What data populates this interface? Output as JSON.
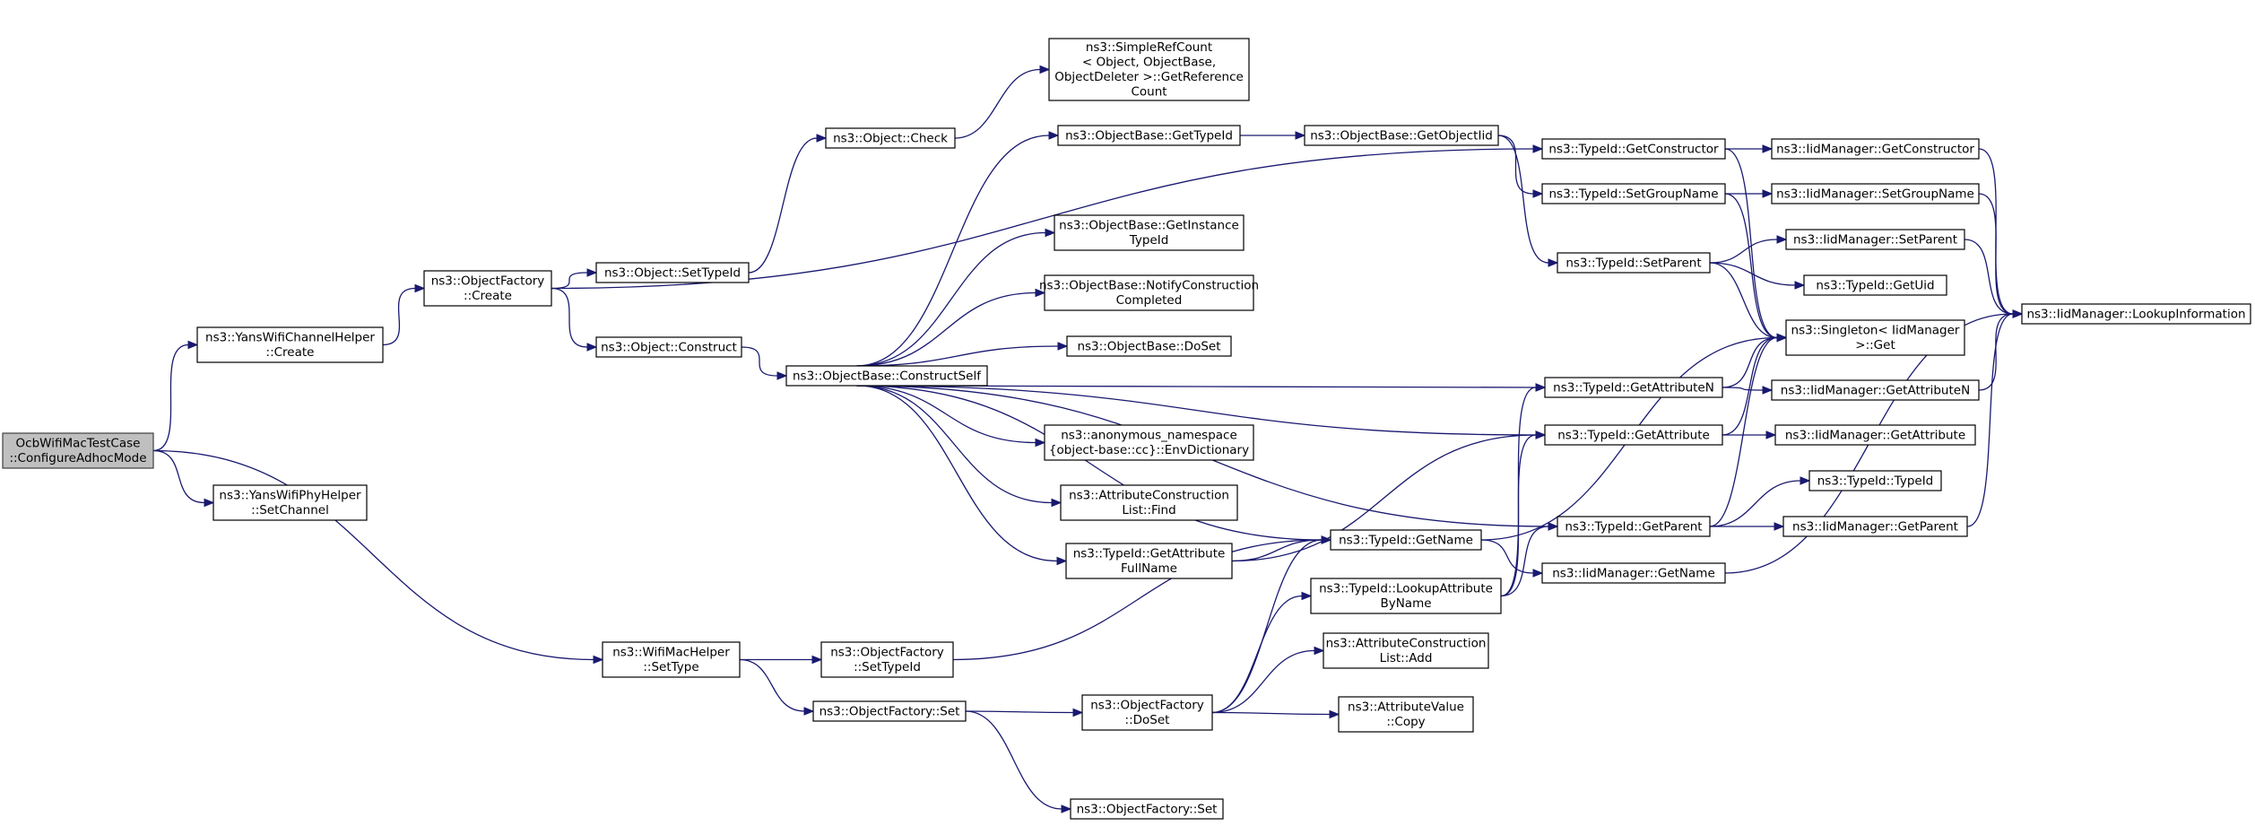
{
  "nodes": [
    {
      "id": "root",
      "lines": [
        "OcbWifiMacTestCase",
        "::ConfigureAdhocMode"
      ],
      "root": true
    },
    {
      "id": "yansChanCreate",
      "lines": [
        "ns3::YansWifiChannelHelper",
        "::Create"
      ]
    },
    {
      "id": "yansPhySetChannel",
      "lines": [
        "ns3::YansWifiPhyHelper",
        "::SetChannel"
      ]
    },
    {
      "id": "wifiMacSetType",
      "lines": [
        "ns3::WifiMacHelper",
        "::SetType"
      ]
    },
    {
      "id": "ofCreate",
      "lines": [
        "ns3::ObjectFactory",
        "::Create"
      ]
    },
    {
      "id": "objSetTypeId",
      "lines": [
        "ns3::Object::SetTypeId"
      ]
    },
    {
      "id": "objConstruct",
      "lines": [
        "ns3::Object::Construct"
      ]
    },
    {
      "id": "objCheck",
      "lines": [
        "ns3::Object::Check"
      ]
    },
    {
      "id": "simpleRef",
      "lines": [
        "ns3::SimpleRefCount",
        "< Object, ObjectBase,",
        " ObjectDeleter >::GetReference",
        "Count"
      ]
    },
    {
      "id": "obGetTypeId",
      "lines": [
        "ns3::ObjectBase::GetTypeId"
      ]
    },
    {
      "id": "obGetObjectIid",
      "lines": [
        "ns3::ObjectBase::GetObjectIid"
      ]
    },
    {
      "id": "obGetInstance",
      "lines": [
        "ns3::ObjectBase::GetInstance",
        "TypeId"
      ]
    },
    {
      "id": "obNotify",
      "lines": [
        "ns3::ObjectBase::NotifyConstruction",
        "Completed"
      ]
    },
    {
      "id": "obDoSet",
      "lines": [
        "ns3::ObjectBase::DoSet"
      ]
    },
    {
      "id": "obConstructSelf",
      "lines": [
        "ns3::ObjectBase::ConstructSelf"
      ]
    },
    {
      "id": "envDict",
      "lines": [
        "ns3::anonymous_namespace",
        "{object-base::cc}::EnvDictionary"
      ]
    },
    {
      "id": "acFind",
      "lines": [
        "ns3::AttributeConstruction",
        "List::Find"
      ]
    },
    {
      "id": "tidGetAttrFullName",
      "lines": [
        "ns3::TypeId::GetAttribute",
        "FullName"
      ]
    },
    {
      "id": "ofSetTypeId",
      "lines": [
        "ns3::ObjectFactory",
        "::SetTypeId"
      ]
    },
    {
      "id": "ofSet",
      "lines": [
        "ns3::ObjectFactory::Set"
      ]
    },
    {
      "id": "ofDoSet",
      "lines": [
        "ns3::ObjectFactory",
        "::DoSet"
      ]
    },
    {
      "id": "ofSet2",
      "lines": [
        "ns3::ObjectFactory::Set"
      ]
    },
    {
      "id": "tidGetName",
      "lines": [
        "ns3::TypeId::GetName"
      ]
    },
    {
      "id": "tidLookupAttr",
      "lines": [
        "ns3::TypeId::LookupAttribute",
        "ByName"
      ]
    },
    {
      "id": "acAdd",
      "lines": [
        "ns3::AttributeConstruction",
        "List::Add"
      ]
    },
    {
      "id": "avCopy",
      "lines": [
        "ns3::AttributeValue",
        "::Copy"
      ]
    },
    {
      "id": "tidGetConstructor",
      "lines": [
        "ns3::TypeId::GetConstructor"
      ]
    },
    {
      "id": "tidSetGroupName",
      "lines": [
        "ns3::TypeId::SetGroupName"
      ]
    },
    {
      "id": "tidSetParent",
      "lines": [
        "ns3::TypeId::SetParent"
      ]
    },
    {
      "id": "tidGetAttributeN",
      "lines": [
        "ns3::TypeId::GetAttributeN"
      ]
    },
    {
      "id": "tidGetAttribute",
      "lines": [
        "ns3::TypeId::GetAttribute"
      ]
    },
    {
      "id": "tidGetParent",
      "lines": [
        "ns3::TypeId::GetParent"
      ]
    },
    {
      "id": "imGetName",
      "lines": [
        "ns3::IidManager::GetName"
      ]
    },
    {
      "id": "imGetConstructor",
      "lines": [
        "ns3::IidManager::GetConstructor"
      ]
    },
    {
      "id": "imSetGroupName",
      "lines": [
        "ns3::IidManager::SetGroupName"
      ]
    },
    {
      "id": "imSetParent",
      "lines": [
        "ns3::IidManager::SetParent"
      ]
    },
    {
      "id": "tidGetUid",
      "lines": [
        "ns3::TypeId::GetUid"
      ]
    },
    {
      "id": "singletonGet",
      "lines": [
        "ns3::Singleton< IidManager",
        " >::Get"
      ]
    },
    {
      "id": "imGetAttributeN",
      "lines": [
        "ns3::IidManager::GetAttributeN"
      ]
    },
    {
      "id": "imGetAttribute",
      "lines": [
        "ns3::IidManager::GetAttribute"
      ]
    },
    {
      "id": "tidTypeId",
      "lines": [
        "ns3::TypeId::TypeId"
      ]
    },
    {
      "id": "imGetParent",
      "lines": [
        "ns3::IidManager::GetParent"
      ]
    },
    {
      "id": "imLookupInfo",
      "lines": [
        "ns3::IidManager::LookupInformation"
      ]
    }
  ],
  "edges": [
    {
      "from": "root",
      "to": "yansChanCreate"
    },
    {
      "from": "root",
      "to": "yansPhySetChannel"
    },
    {
      "from": "root",
      "to": "wifiMacSetType"
    },
    {
      "from": "yansChanCreate",
      "to": "ofCreate"
    },
    {
      "from": "ofCreate",
      "to": "objSetTypeId"
    },
    {
      "from": "ofCreate",
      "to": "objConstruct"
    },
    {
      "from": "ofCreate",
      "to": "tidGetConstructor"
    },
    {
      "from": "objSetTypeId",
      "to": "objCheck"
    },
    {
      "from": "objCheck",
      "to": "simpleRef"
    },
    {
      "from": "objConstruct",
      "to": "obConstructSelf"
    },
    {
      "from": "obConstructSelf",
      "to": "obGetTypeId"
    },
    {
      "from": "obConstructSelf",
      "to": "obGetInstance"
    },
    {
      "from": "obConstructSelf",
      "to": "obNotify"
    },
    {
      "from": "obConstructSelf",
      "to": "obDoSet"
    },
    {
      "from": "obConstructSelf",
      "to": "envDict"
    },
    {
      "from": "obConstructSelf",
      "to": "acFind"
    },
    {
      "from": "obConstructSelf",
      "to": "tidGetAttrFullName"
    },
    {
      "from": "obConstructSelf",
      "to": "tidGetName"
    },
    {
      "from": "obConstructSelf",
      "to": "tidGetAttributeN"
    },
    {
      "from": "obConstructSelf",
      "to": "tidGetAttribute"
    },
    {
      "from": "obConstructSelf",
      "to": "tidGetParent"
    },
    {
      "from": "obGetTypeId",
      "to": "obGetObjectIid"
    },
    {
      "from": "obGetObjectIid",
      "to": "tidSetGroupName"
    },
    {
      "from": "obGetObjectIid",
      "to": "tidSetParent"
    },
    {
      "from": "tidGetAttrFullName",
      "to": "tidGetAttribute"
    },
    {
      "from": "tidGetAttrFullName",
      "to": "tidGetName"
    },
    {
      "from": "wifiMacSetType",
      "to": "ofSetTypeId"
    },
    {
      "from": "wifiMacSetType",
      "to": "ofSet"
    },
    {
      "from": "ofSetTypeId",
      "to": "tidGetName"
    },
    {
      "from": "ofSet",
      "to": "ofDoSet"
    },
    {
      "from": "ofSet",
      "to": "ofSet2"
    },
    {
      "from": "ofDoSet",
      "to": "tidGetName"
    },
    {
      "from": "ofDoSet",
      "to": "tidLookupAttr"
    },
    {
      "from": "ofDoSet",
      "to": "acAdd"
    },
    {
      "from": "ofDoSet",
      "to": "avCopy"
    },
    {
      "from": "tidLookupAttr",
      "to": "tidGetAttributeN"
    },
    {
      "from": "tidLookupAttr",
      "to": "tidGetAttribute"
    },
    {
      "from": "tidLookupAttr",
      "to": "tidGetParent"
    },
    {
      "from": "tidGetName",
      "to": "imGetName"
    },
    {
      "from": "tidGetName",
      "to": "singletonGet"
    },
    {
      "from": "tidGetConstructor",
      "to": "imGetConstructor"
    },
    {
      "from": "tidGetConstructor",
      "to": "singletonGet"
    },
    {
      "from": "tidSetGroupName",
      "to": "imSetGroupName"
    },
    {
      "from": "tidSetGroupName",
      "to": "singletonGet"
    },
    {
      "from": "tidSetParent",
      "to": "imSetParent"
    },
    {
      "from": "tidSetParent",
      "to": "tidGetUid"
    },
    {
      "from": "tidSetParent",
      "to": "singletonGet"
    },
    {
      "from": "tidGetAttributeN",
      "to": "imGetAttributeN"
    },
    {
      "from": "tidGetAttributeN",
      "to": "singletonGet"
    },
    {
      "from": "tidGetAttribute",
      "to": "imGetAttribute"
    },
    {
      "from": "tidGetAttribute",
      "to": "singletonGet"
    },
    {
      "from": "tidGetParent",
      "to": "tidTypeId"
    },
    {
      "from": "tidGetParent",
      "to": "imGetParent"
    },
    {
      "from": "tidGetParent",
      "to": "singletonGet"
    },
    {
      "from": "imGetName",
      "to": "imLookupInfo"
    },
    {
      "from": "imGetConstructor",
      "to": "imLookupInfo"
    },
    {
      "from": "imSetGroupName",
      "to": "imLookupInfo"
    },
    {
      "from": "imSetParent",
      "to": "imLookupInfo"
    },
    {
      "from": "imGetAttributeN",
      "to": "imLookupInfo"
    },
    {
      "from": "imGetParent",
      "to": "imLookupInfo"
    }
  ]
}
